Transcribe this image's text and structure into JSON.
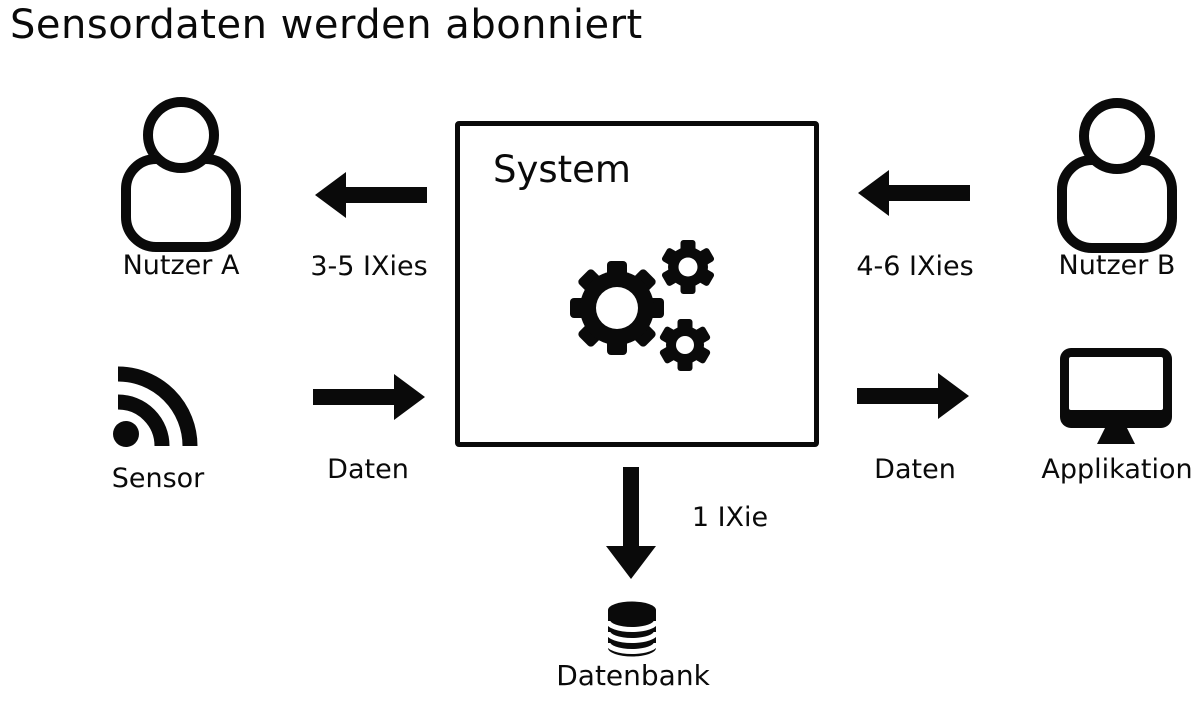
{
  "title": "Sensordaten werden abonniert",
  "system": {
    "label": "System",
    "icon": "gears-icon"
  },
  "nodes": {
    "nutzer_a": {
      "label": "Nutzer A",
      "icon": "person-icon"
    },
    "nutzer_b": {
      "label": "Nutzer B",
      "icon": "person-icon"
    },
    "sensor": {
      "label": "Sensor",
      "icon": "rss-sensor-icon"
    },
    "applikation": {
      "label": "Applikation",
      "icon": "monitor-icon"
    },
    "datenbank": {
      "label": "Datenbank",
      "icon": "database-icon"
    }
  },
  "flows": {
    "system_to_nutzer_a": {
      "label": "3-5 IXies",
      "direction": "left"
    },
    "nutzer_b_to_system": {
      "label": "4-6 IXies",
      "direction": "left"
    },
    "sensor_to_system": {
      "label": "Daten",
      "direction": "right"
    },
    "system_to_applikation": {
      "label": "Daten",
      "direction": "right"
    },
    "system_to_datenbank": {
      "label": "1 IXie",
      "direction": "down"
    }
  },
  "colors": {
    "ink": "#0a0a0a",
    "background": "#ffffff"
  }
}
